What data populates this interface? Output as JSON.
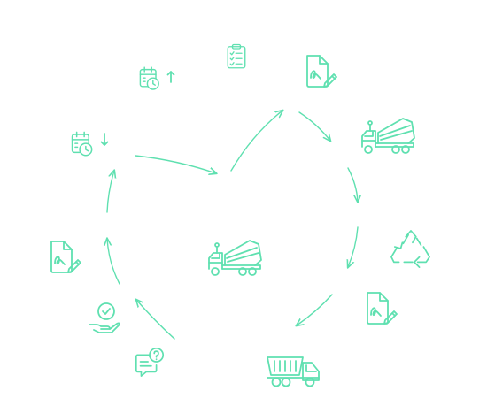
{
  "diagram": {
    "colors": {
      "accent": "#5fe0b0",
      "background": "#ffffff"
    },
    "nodes": [
      {
        "id": "checklist",
        "icon": "clipboard-checklist-icon"
      },
      {
        "id": "contract-top",
        "icon": "signed-document-icon"
      },
      {
        "id": "cement-truck-right",
        "icon": "cement-mixer-truck-icon"
      },
      {
        "id": "recycle",
        "icon": "recycle-icon"
      },
      {
        "id": "contract-right",
        "icon": "signed-document-icon"
      },
      {
        "id": "dump-truck",
        "icon": "dump-truck-icon"
      },
      {
        "id": "support-chat",
        "icon": "question-chat-icon"
      },
      {
        "id": "approval",
        "icon": "hand-checkmark-icon"
      },
      {
        "id": "contract-left",
        "icon": "signed-document-icon"
      },
      {
        "id": "schedule-down",
        "icon": "calendar-clock-down-icon"
      },
      {
        "id": "schedule-up",
        "icon": "calendar-clock-up-icon"
      },
      {
        "id": "cement-truck-center",
        "icon": "cement-mixer-truck-icon"
      }
    ],
    "flow_arrows": 11
  }
}
